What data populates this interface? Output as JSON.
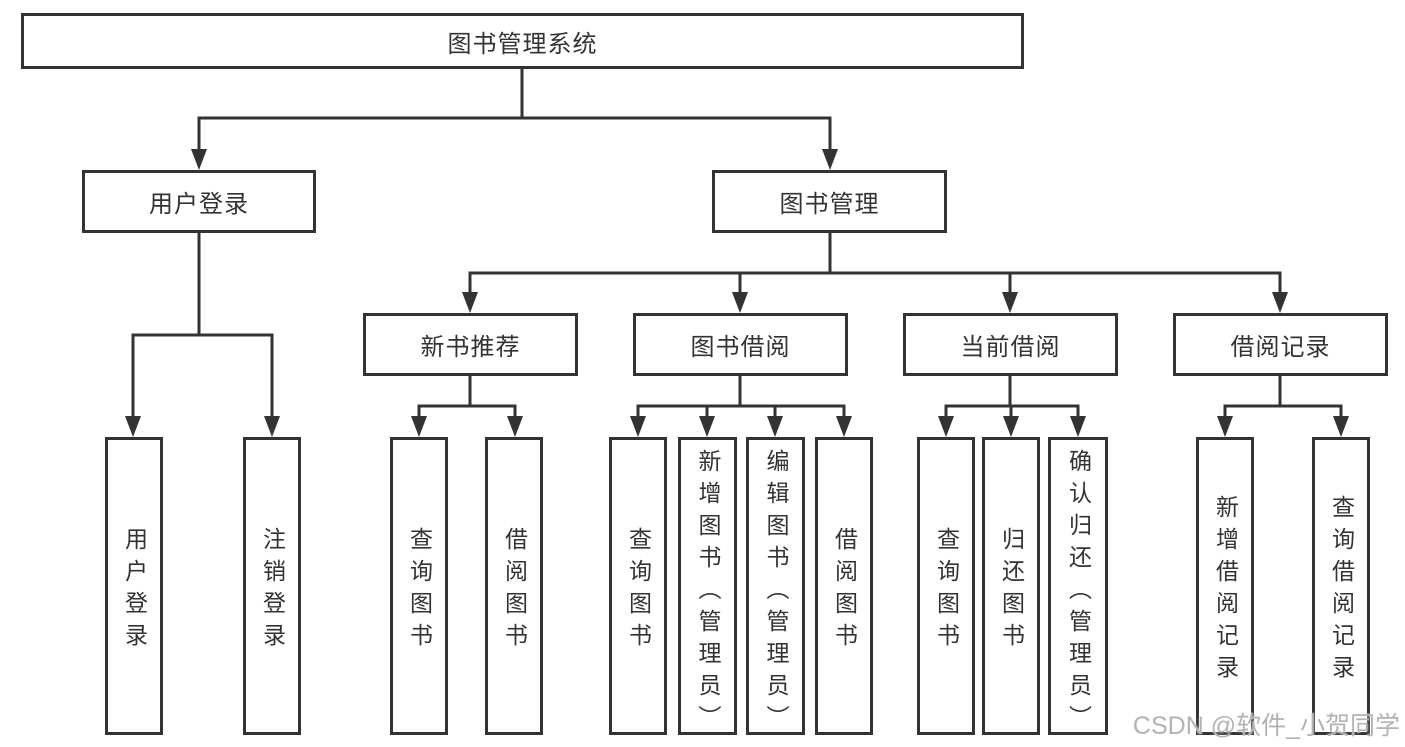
{
  "nodes": {
    "root": {
      "label": "图书管理系统"
    },
    "user_login": {
      "label": "用户登录"
    },
    "book_mgmt": {
      "label": "图书管理"
    },
    "new_books": {
      "label": "新书推荐"
    },
    "book_borrow": {
      "label": "图书借阅"
    },
    "current_borrow": {
      "label": "当前借阅"
    },
    "borrow_records": {
      "label": "借阅记录"
    },
    "login_leaf": {
      "label": "用户登录"
    },
    "logout_leaf": {
      "label": "注销登录"
    },
    "new_query": {
      "label": "查询图书"
    },
    "new_borrow": {
      "label": "借阅图书"
    },
    "borrow_query": {
      "label": "查询图书"
    },
    "borrow_add": {
      "label": "新增图书（管理员）"
    },
    "borrow_edit": {
      "label": "编辑图书（管理员）"
    },
    "borrow_borrow": {
      "label": "借阅图书"
    },
    "current_query": {
      "label": "查询图书"
    },
    "current_return": {
      "label": "归还图书"
    },
    "current_confirm": {
      "label": "确认归还（管理员）"
    },
    "records_add": {
      "label": "新增借阅记录"
    },
    "records_query": {
      "label": "查询借阅记录"
    }
  },
  "watermark": "CSDN @软件_小贺同学",
  "colors": {
    "line": "#333333",
    "text": "#333333",
    "watermark": "#b3b3b3",
    "background": "#ffffff"
  }
}
